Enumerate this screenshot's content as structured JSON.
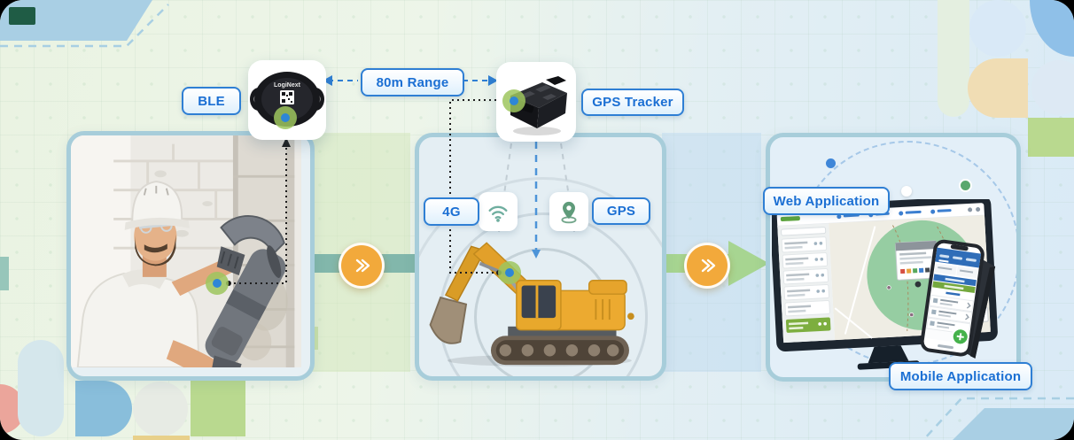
{
  "brand": {
    "device_logo": "LogiNext"
  },
  "callouts": {
    "ble": "BLE",
    "range": "80m Range",
    "gps_tracker": "GPS Tracker",
    "cellular": "4G",
    "gps": "GPS",
    "web_application": "Web Application",
    "mobile_application": "Mobile Application"
  },
  "icons": {
    "wifi": "wifi-icon",
    "location_pin": "location-pin-icon",
    "forward": "double-chevron-right-icon"
  },
  "colors": {
    "label_text": "#1b6fd3",
    "label_border": "#2f7fd4",
    "panel_border": "#a7cdda",
    "accent_orange": "#f2a93b",
    "band_teal": "#82b7ab",
    "arrow_green": "#a7d591",
    "marker_outer_green": "#9ec65e",
    "marker_inner_blue": "#2e86d6",
    "connector_blue": "#4d94d8",
    "connector_black": "#1e1e1e"
  }
}
